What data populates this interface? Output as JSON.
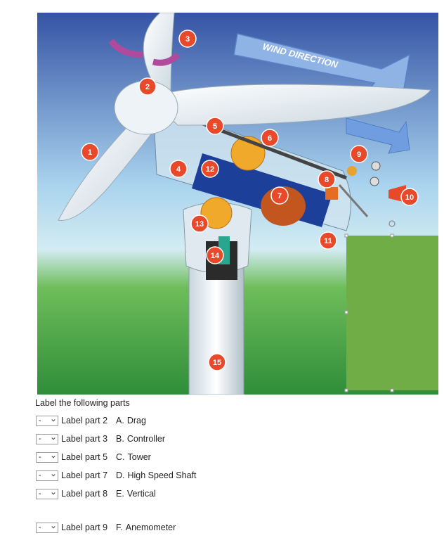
{
  "figure": {
    "wind_direction_text": "WIND DIRECTION",
    "callouts": [
      "1",
      "2",
      "3",
      "4",
      "5",
      "6",
      "7",
      "8",
      "9",
      "10",
      "11",
      "12",
      "13",
      "14",
      "15"
    ]
  },
  "instructions": "Label the following parts",
  "rows": [
    {
      "select": "-",
      "label": "Label part 2",
      "letter": "A.",
      "option": "Drag"
    },
    {
      "select": "-",
      "label": "Label part 3",
      "letter": "B.",
      "option": "Controller"
    },
    {
      "select": "-",
      "label": "Label part 5",
      "letter": "C.",
      "option": "Tower"
    },
    {
      "select": "-",
      "label": "Label part 7",
      "letter": "D.",
      "option": "High Speed Shaft"
    },
    {
      "select": "-",
      "label": "Label part 8",
      "letter": "E.",
      "option": "Vertical"
    },
    {
      "select": "-",
      "label": "Label part 9",
      "letter": "F.",
      "option": "Anemometer"
    }
  ],
  "colors": {
    "callout": "#e8492b",
    "overlay": "#70ad47",
    "sky_top": "#3a5aa8",
    "grass": "#3e9a3a"
  }
}
